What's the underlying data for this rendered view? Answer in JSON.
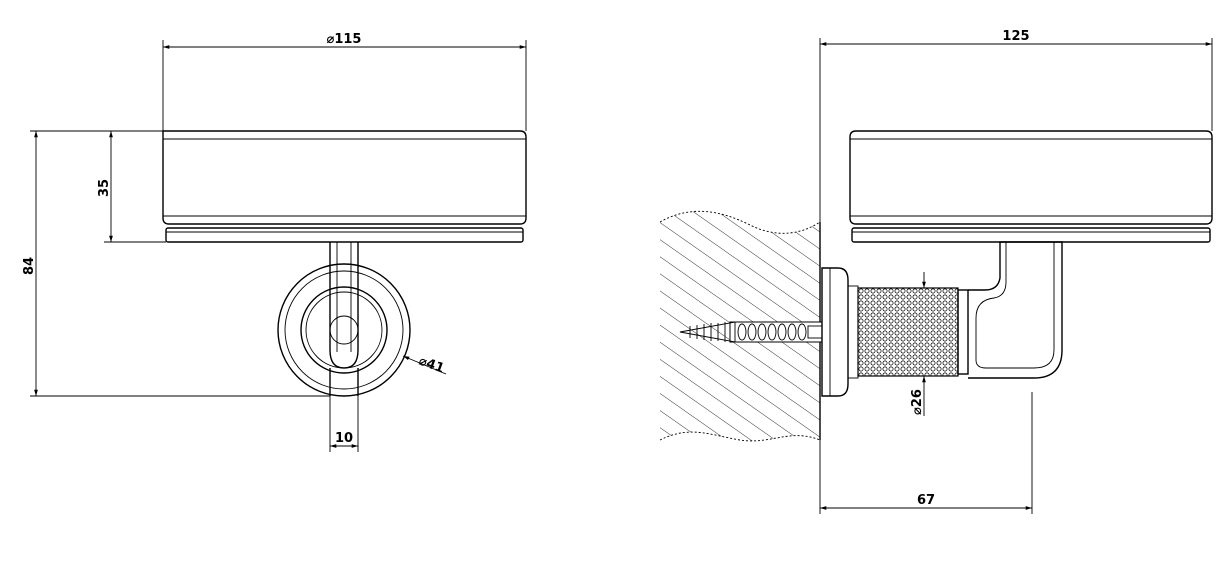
{
  "dimensions": {
    "front_diameter": "115",
    "front_height_total": "84",
    "front_height_dish": "35",
    "front_bracket_width": "10",
    "front_rosette_diameter": "41",
    "side_width": "125",
    "side_projection": "67",
    "side_shaft_diameter": "26"
  },
  "symbols": {
    "diameter": "⌀"
  }
}
